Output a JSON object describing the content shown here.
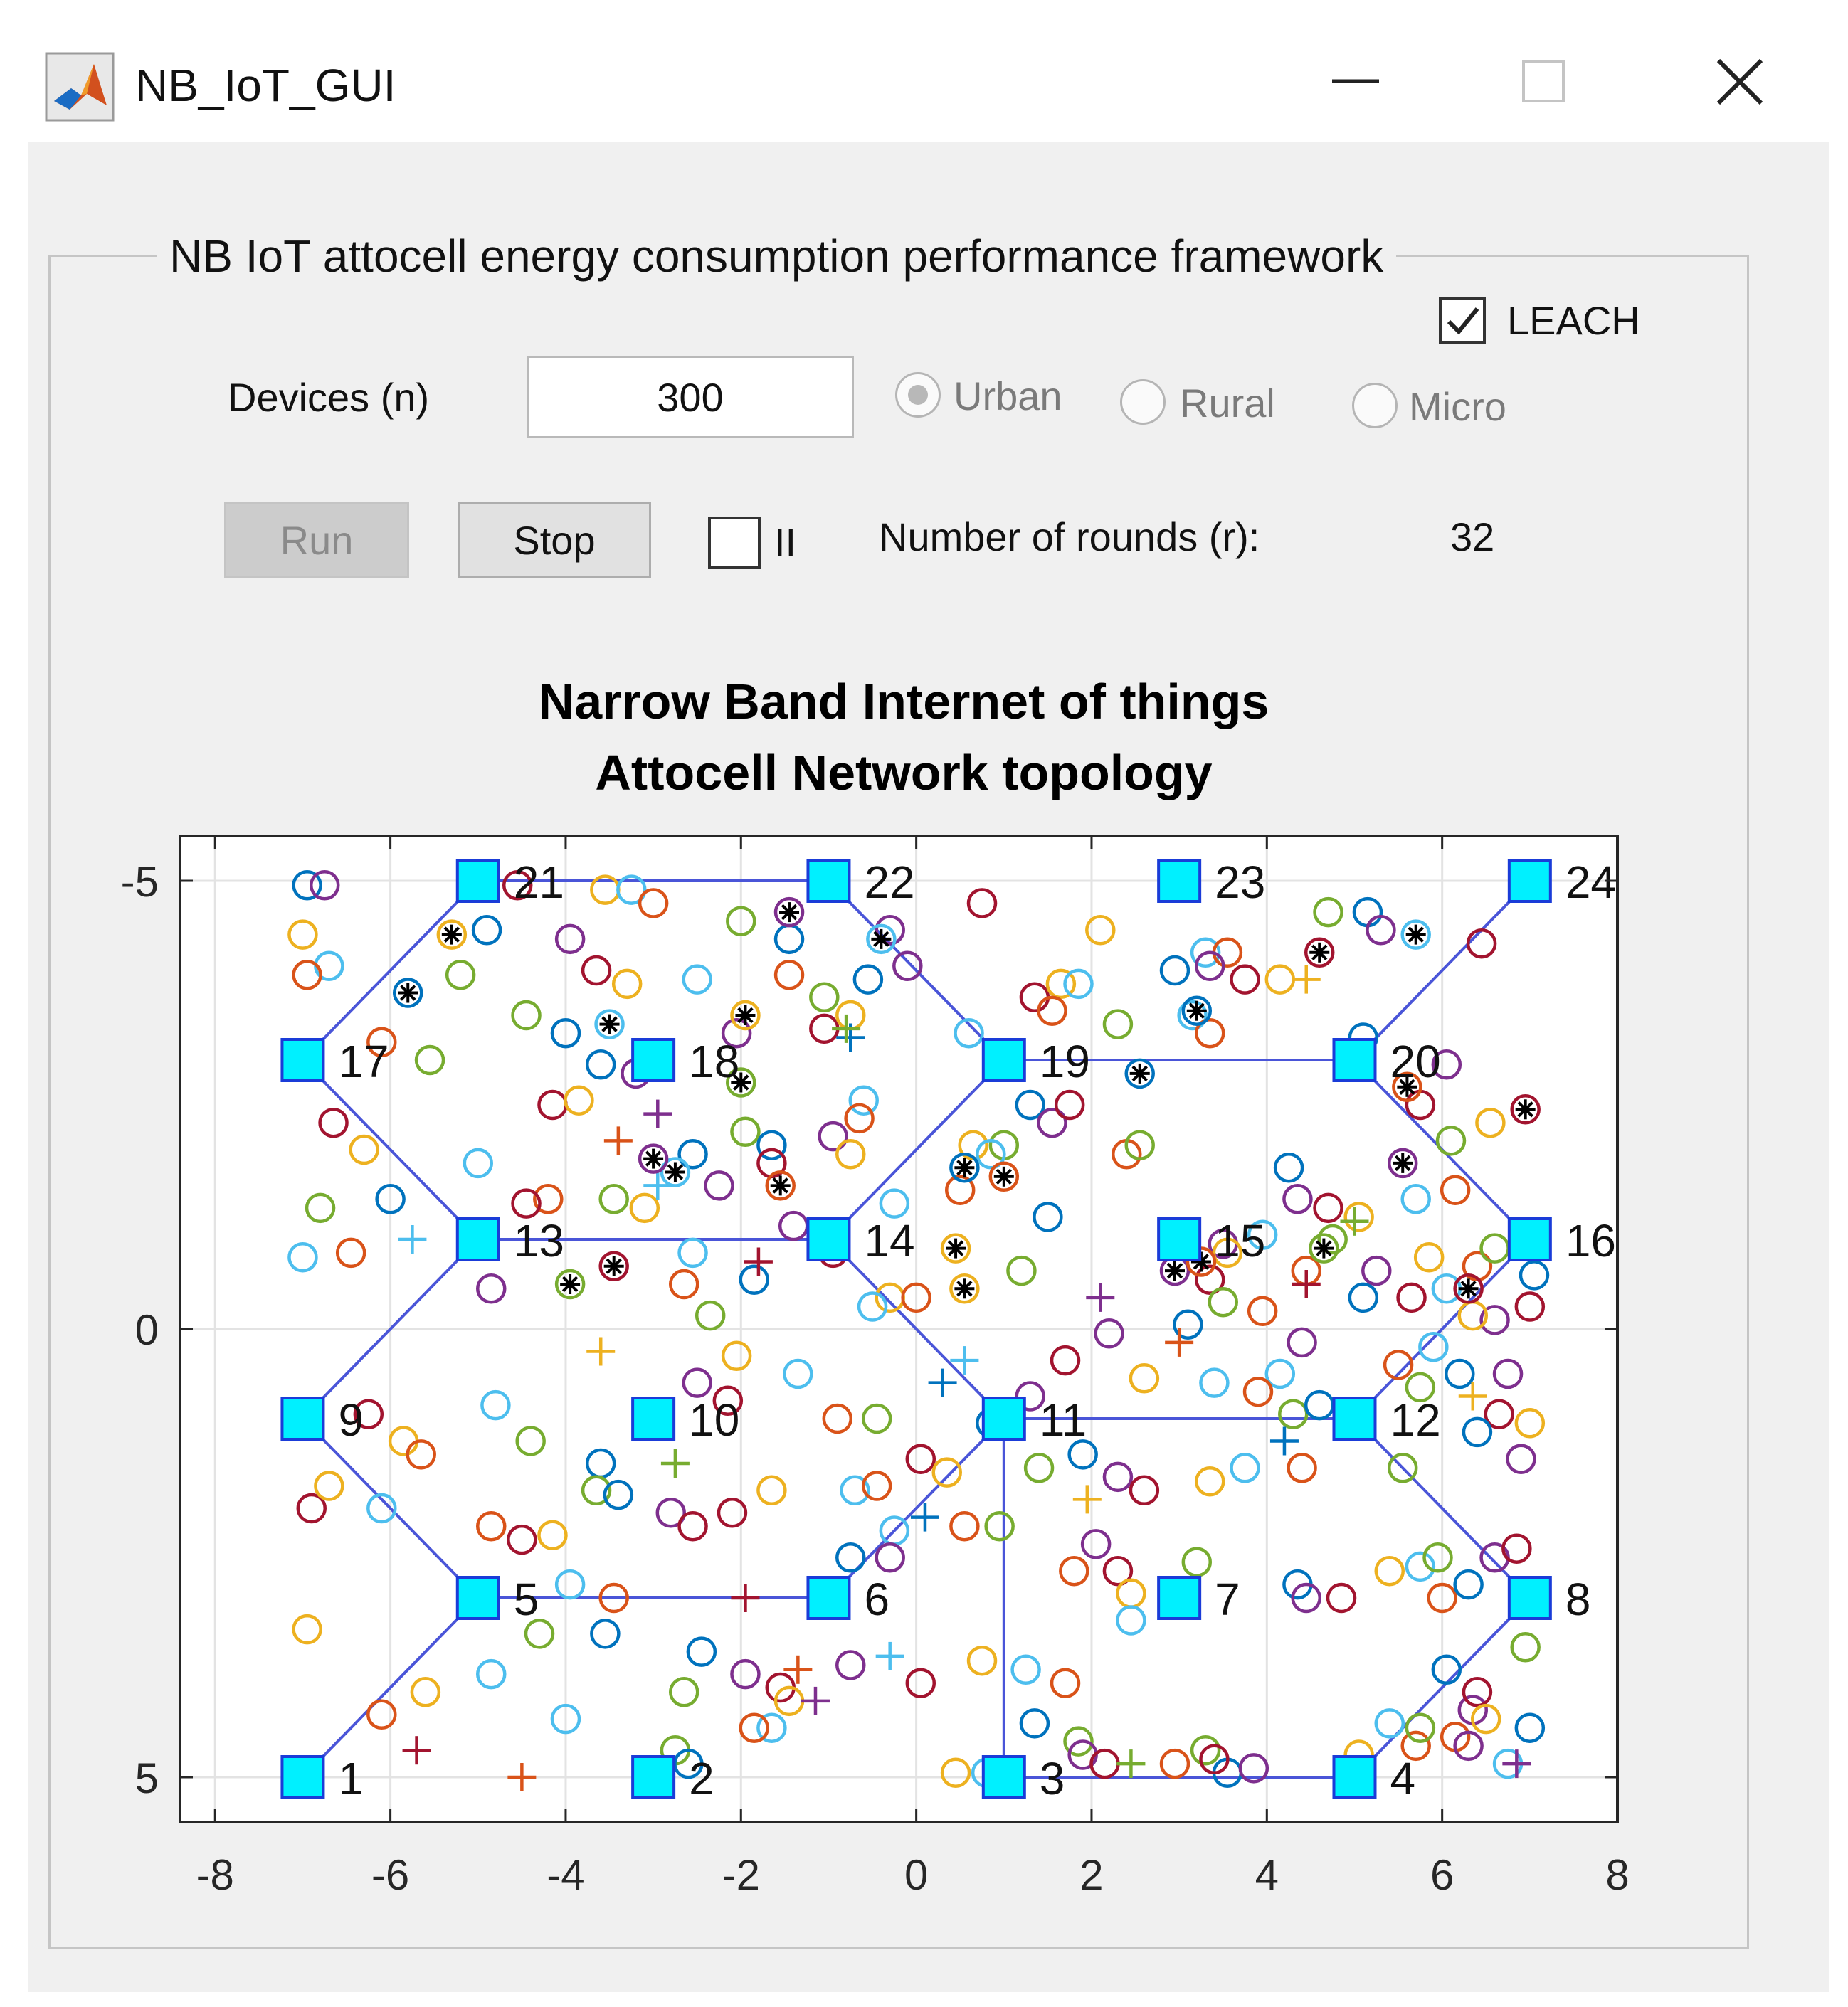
{
  "window": {
    "title": "NB_IoT_GUI",
    "controls": [
      "minimize-button",
      "maximize-button",
      "close-button"
    ]
  },
  "panel": {
    "title": "NB IoT attocell energy consumption performance framework",
    "leach": {
      "label": "LEACH",
      "checked": true
    },
    "devices": {
      "label": "Devices (n)",
      "value": "300"
    },
    "area_options": [
      {
        "label": "Urban",
        "selected": true
      },
      {
        "label": "Rural",
        "selected": false
      },
      {
        "label": "Micro",
        "selected": false
      }
    ],
    "run_label": "Run",
    "stop_label": "Stop",
    "pause": {
      "label": "II",
      "checked": false
    },
    "rounds": {
      "label": "Number of rounds (r):",
      "value": "32"
    }
  },
  "chart_data": {
    "type": "scatter",
    "title": [
      "Narrow Band Internet of things",
      "Attocell Network topology"
    ],
    "xlabel": "",
    "ylabel": "",
    "xlim": [
      -8.4,
      8.0
    ],
    "ylim": [
      -5.5,
      5.5
    ],
    "y_reversed": true,
    "grid": true,
    "x_ticks": [
      -8,
      -6,
      -4,
      -2,
      0,
      2,
      4,
      6,
      8
    ],
    "y_ticks": [
      -5,
      0,
      5
    ],
    "cell_nodes": [
      {
        "id": "1",
        "x": -7,
        "y": 5
      },
      {
        "id": "2",
        "x": -3,
        "y": 5
      },
      {
        "id": "3",
        "x": 1,
        "y": 5
      },
      {
        "id": "4",
        "x": 5,
        "y": 5
      },
      {
        "id": "5",
        "x": -5,
        "y": 3
      },
      {
        "id": "6",
        "x": -1,
        "y": 3
      },
      {
        "id": "7",
        "x": 3,
        "y": 3
      },
      {
        "id": "8",
        "x": 7,
        "y": 3
      },
      {
        "id": "9",
        "x": -7,
        "y": 1
      },
      {
        "id": "10",
        "x": -3,
        "y": 1
      },
      {
        "id": "11",
        "x": 1,
        "y": 1
      },
      {
        "id": "12",
        "x": 5,
        "y": 1
      },
      {
        "id": "13",
        "x": -5,
        "y": -1
      },
      {
        "id": "14",
        "x": -1,
        "y": -1
      },
      {
        "id": "15",
        "x": 3,
        "y": -1
      },
      {
        "id": "16",
        "x": 7,
        "y": -1
      },
      {
        "id": "17",
        "x": -7,
        "y": -3
      },
      {
        "id": "18",
        "x": -3,
        "y": -3
      },
      {
        "id": "19",
        "x": 1,
        "y": -3
      },
      {
        "id": "20",
        "x": 5,
        "y": -3
      },
      {
        "id": "21",
        "x": -5,
        "y": -5
      },
      {
        "id": "22",
        "x": -1,
        "y": -5
      },
      {
        "id": "23",
        "x": 3,
        "y": -5
      },
      {
        "id": "24",
        "x": 7,
        "y": -5
      }
    ],
    "links": [
      [
        "1",
        "5"
      ],
      [
        "5",
        "9"
      ],
      [
        "9",
        "13"
      ],
      [
        "13",
        "17"
      ],
      [
        "17",
        "21"
      ],
      [
        "21",
        "22"
      ],
      [
        "22",
        "19"
      ],
      [
        "19",
        "14"
      ],
      [
        "14",
        "13"
      ],
      [
        "5",
        "6"
      ],
      [
        "6",
        "11"
      ],
      [
        "11",
        "14"
      ],
      [
        "11",
        "3"
      ],
      [
        "3",
        "4"
      ],
      [
        "4",
        "8"
      ],
      [
        "8",
        "12"
      ],
      [
        "12",
        "11"
      ],
      [
        "12",
        "16"
      ],
      [
        "16",
        "20"
      ],
      [
        "20",
        "19"
      ],
      [
        "20",
        "24"
      ]
    ],
    "device_colors": [
      "#0072bd",
      "#d95319",
      "#edb120",
      "#7e2f8e",
      "#77ac30",
      "#4dbeee",
      "#a2142f"
    ],
    "devices": [
      [
        -6.95,
        -4.95
      ],
      [
        -6.75,
        -4.95
      ],
      [
        -4.55,
        -4.95
      ],
      [
        -3.55,
        -4.9
      ],
      [
        -3.25,
        -4.9
      ],
      [
        -3.0,
        -4.75
      ],
      [
        -2.0,
        -4.55
      ],
      [
        -1.45,
        -4.35
      ],
      [
        -0.3,
        -4.45
      ],
      [
        0.75,
        -4.75
      ],
      [
        2.1,
        -4.45
      ],
      [
        3.3,
        -4.2
      ],
      [
        3.55,
        -4.2
      ],
      [
        4.7,
        -4.65
      ],
      [
        5.15,
        -4.65
      ],
      [
        5.3,
        -4.45
      ],
      [
        6.45,
        -4.3
      ],
      [
        -7.0,
        -4.4
      ],
      [
        -6.7,
        -4.05
      ],
      [
        -6.95,
        -3.95
      ],
      [
        -5.2,
        -3.95
      ],
      [
        -4.9,
        -4.45
      ],
      [
        -3.95,
        -4.35
      ],
      [
        -3.65,
        -4.0
      ],
      [
        -3.3,
        -3.85
      ],
      [
        -2.5,
        -3.9
      ],
      [
        -1.45,
        -3.95
      ],
      [
        -1.05,
        -3.7
      ],
      [
        -0.55,
        -3.9
      ],
      [
        -0.1,
        -4.05
      ],
      [
        1.35,
        -3.7
      ],
      [
        1.65,
        -3.85
      ],
      [
        1.85,
        -3.85
      ],
      [
        1.55,
        -3.55
      ],
      [
        2.3,
        -3.4
      ],
      [
        2.95,
        -4.0
      ],
      [
        3.35,
        -4.05
      ],
      [
        3.75,
        -3.9
      ],
      [
        4.15,
        -3.9
      ],
      [
        3.15,
        -3.5
      ],
      [
        3.35,
        -3.3
      ],
      [
        -4.45,
        -3.5
      ],
      [
        -4.0,
        -3.3
      ],
      [
        -2.05,
        -3.3
      ],
      [
        -1.05,
        -3.35
      ],
      [
        -0.75,
        -3.5
      ],
      [
        0.6,
        -3.3
      ],
      [
        -6.1,
        -3.2
      ],
      [
        -5.55,
        -3.0
      ],
      [
        -3.6,
        -2.95
      ],
      [
        -3.2,
        -2.85
      ],
      [
        -4.15,
        -2.5
      ],
      [
        -3.85,
        -2.55
      ],
      [
        -0.6,
        -2.55
      ],
      [
        -0.65,
        -2.35
      ],
      [
        -1.95,
        -2.2
      ],
      [
        -1.65,
        -2.05
      ],
      [
        -0.95,
        -2.15
      ],
      [
        -6.65,
        -2.3
      ],
      [
        -6.3,
        -2.0
      ],
      [
        -5.0,
        -1.85
      ],
      [
        -4.2,
        -1.45
      ],
      [
        -3.45,
        -1.45
      ],
      [
        -2.55,
        -1.95
      ],
      [
        -2.25,
        -1.6
      ],
      [
        -1.65,
        -1.85
      ],
      [
        -0.75,
        -1.95
      ],
      [
        -0.25,
        -1.4
      ],
      [
        0.5,
        -1.55
      ],
      [
        1.0,
        -2.05
      ],
      [
        1.3,
        -2.5
      ],
      [
        1.55,
        -2.3
      ],
      [
        1.75,
        -2.5
      ],
      [
        0.65,
        -2.05
      ],
      [
        0.85,
        -1.95
      ],
      [
        2.4,
        -1.95
      ],
      [
        2.55,
        -2.05
      ],
      [
        4.25,
        -1.8
      ],
      [
        4.35,
        -1.45
      ],
      [
        4.7,
        -1.35
      ],
      [
        5.05,
        -1.25
      ],
      [
        5.7,
        -1.45
      ],
      [
        6.15,
        -1.55
      ],
      [
        6.1,
        -2.1
      ],
      [
        5.1,
        -3.25
      ],
      [
        6.05,
        -2.95
      ],
      [
        5.75,
        -2.5
      ],
      [
        6.55,
        -2.3
      ],
      [
        -7.0,
        -0.8
      ],
      [
        -6.45,
        -0.85
      ],
      [
        -6.8,
        -1.35
      ],
      [
        -6.0,
        -1.45
      ],
      [
        -4.85,
        -0.45
      ],
      [
        -4.45,
        -1.4
      ],
      [
        -3.1,
        -1.35
      ],
      [
        -2.55,
        -0.85
      ],
      [
        -2.65,
        -0.5
      ],
      [
        -2.35,
        -0.15
      ],
      [
        -1.85,
        -0.55
      ],
      [
        -1.4,
        -1.15
      ],
      [
        -0.95,
        -0.85
      ],
      [
        -0.3,
        -0.35
      ],
      [
        -0.5,
        -0.25
      ],
      [
        0.0,
        -0.35
      ],
      [
        1.2,
        -0.65
      ],
      [
        1.5,
        -1.25
      ],
      [
        3.5,
        -0.95
      ],
      [
        3.35,
        -0.55
      ],
      [
        3.55,
        -0.85
      ],
      [
        3.95,
        -1.05
      ],
      [
        4.45,
        -0.65
      ],
      [
        4.75,
        -1.0
      ],
      [
        5.1,
        -0.35
      ],
      [
        5.25,
        -0.65
      ],
      [
        5.65,
        -0.35
      ],
      [
        5.85,
        -0.8
      ],
      [
        6.05,
        -0.45
      ],
      [
        6.4,
        -0.7
      ],
      [
        6.6,
        -0.9
      ],
      [
        7.05,
        -0.6
      ],
      [
        6.6,
        -0.1
      ],
      [
        7.0,
        -0.25
      ],
      [
        6.35,
        -0.15
      ],
      [
        5.9,
        0.2
      ],
      [
        5.5,
        0.4
      ],
      [
        5.75,
        0.65
      ],
      [
        6.2,
        0.5
      ],
      [
        6.75,
        0.5
      ],
      [
        6.65,
        0.95
      ],
      [
        7.0,
        1.05
      ],
      [
        4.15,
        0.5
      ],
      [
        3.95,
        -0.2
      ],
      [
        3.5,
        -0.3
      ],
      [
        3.1,
        -0.05
      ],
      [
        2.2,
        0.05
      ],
      [
        1.7,
        0.35
      ],
      [
        2.6,
        0.55
      ],
      [
        3.4,
        0.6
      ],
      [
        3.9,
        0.7
      ],
      [
        4.3,
        0.95
      ],
      [
        4.6,
        0.85
      ],
      [
        4.4,
        0.15
      ],
      [
        -6.25,
        0.95
      ],
      [
        -5.85,
        1.25
      ],
      [
        -4.8,
        0.85
      ],
      [
        -5.65,
        1.4
      ],
      [
        -4.4,
        1.25
      ],
      [
        -3.6,
        1.5
      ],
      [
        -2.5,
        0.6
      ],
      [
        -2.15,
        0.8
      ],
      [
        -2.05,
        0.3
      ],
      [
        -1.35,
        0.5
      ],
      [
        -0.9,
        1.0
      ],
      [
        -0.45,
        1.0
      ],
      [
        0.85,
        1.05
      ],
      [
        1.3,
        0.75
      ],
      [
        0.05,
        1.45
      ],
      [
        0.35,
        1.6
      ],
      [
        -0.7,
        1.8
      ],
      [
        -0.45,
        1.75
      ],
      [
        1.4,
        1.55
      ],
      [
        1.9,
        1.4
      ],
      [
        2.3,
        1.65
      ],
      [
        2.6,
        1.8
      ],
      [
        3.35,
        1.7
      ],
      [
        3.75,
        1.55
      ],
      [
        4.4,
        1.55
      ],
      [
        5.55,
        1.55
      ],
      [
        6.4,
        1.15
      ],
      [
        6.9,
        1.45
      ],
      [
        -6.9,
        2.0
      ],
      [
        -6.7,
        1.75
      ],
      [
        -6.1,
        2.0
      ],
      [
        -4.85,
        2.2
      ],
      [
        -3.65,
        1.8
      ],
      [
        -3.4,
        1.85
      ],
      [
        -2.8,
        2.05
      ],
      [
        -2.55,
        2.2
      ],
      [
        -1.65,
        1.8
      ],
      [
        -0.25,
        2.25
      ],
      [
        0.55,
        2.2
      ],
      [
        0.95,
        2.2
      ],
      [
        -0.75,
        2.55
      ],
      [
        -0.3,
        2.55
      ],
      [
        -4.5,
        2.35
      ],
      [
        -4.15,
        2.3
      ],
      [
        -3.95,
        2.85
      ],
      [
        -3.45,
        3.0
      ],
      [
        -4.3,
        3.4
      ],
      [
        -3.55,
        3.4
      ],
      [
        2.05,
        2.4
      ],
      [
        2.3,
        2.7
      ],
      [
        2.45,
        2.95
      ],
      [
        2.45,
        3.25
      ],
      [
        1.8,
        2.7
      ],
      [
        3.2,
        2.6
      ],
      [
        4.35,
        2.85
      ],
      [
        4.45,
        3.0
      ],
      [
        4.85,
        3.0
      ],
      [
        5.4,
        2.7
      ],
      [
        5.75,
        2.65
      ],
      [
        6.0,
        3.0
      ],
      [
        5.95,
        2.55
      ],
      [
        6.3,
        2.85
      ],
      [
        6.6,
        2.55
      ],
      [
        6.85,
        2.45
      ],
      [
        -6.95,
        3.35
      ],
      [
        -4.85,
        3.85
      ],
      [
        -6.1,
        4.3
      ],
      [
        -2.65,
        4.05
      ],
      [
        -2.45,
        3.6
      ],
      [
        -1.95,
        3.85
      ],
      [
        -1.55,
        4.0
      ],
      [
        -1.45,
        4.15
      ],
      [
        -1.65,
        4.45
      ],
      [
        -1.85,
        4.45
      ],
      [
        -2.75,
        4.7
      ],
      [
        -2.6,
        4.85
      ],
      [
        -0.75,
        3.75
      ],
      [
        0.05,
        3.95
      ],
      [
        0.75,
        3.7
      ],
      [
        1.25,
        3.8
      ],
      [
        1.7,
        3.95
      ],
      [
        1.85,
        4.6
      ],
      [
        1.35,
        4.4
      ],
      [
        1.9,
        4.75
      ],
      [
        2.15,
        4.85
      ],
      [
        0.45,
        4.95
      ],
      [
        0.8,
        4.95
      ],
      [
        2.95,
        4.85
      ],
      [
        3.3,
        4.7
      ],
      [
        3.55,
        4.95
      ],
      [
        3.85,
        4.9
      ],
      [
        3.4,
        4.8
      ],
      [
        5.05,
        4.75
      ],
      [
        5.4,
        4.4
      ],
      [
        5.7,
        4.65
      ],
      [
        5.75,
        4.45
      ],
      [
        6.05,
        3.8
      ],
      [
        6.35,
        4.25
      ],
      [
        6.4,
        4.05
      ],
      [
        6.5,
        4.35
      ],
      [
        6.75,
        4.85
      ],
      [
        6.15,
        4.55
      ],
      [
        6.95,
        3.55
      ],
      [
        7.0,
        4.45
      ],
      [
        6.3,
        4.65
      ],
      [
        -2.1,
        2.05
      ],
      [
        -5.6,
        4.05
      ],
      [
        -4.0,
        4.35
      ]
    ],
    "heads": [
      [
        -5.3,
        -4.4
      ],
      [
        -5.8,
        -3.75
      ],
      [
        -3.5,
        -3.4
      ],
      [
        -1.45,
        -4.65
      ],
      [
        -1.55,
        -1.6
      ],
      [
        -3.45,
        -0.7
      ],
      [
        -3.95,
        -0.5
      ],
      [
        0.55,
        -0.45
      ],
      [
        2.55,
        -2.85
      ],
      [
        5.7,
        -4.4
      ],
      [
        2.95,
        -0.65
      ],
      [
        3.25,
        -0.75
      ],
      [
        6.3,
        -0.45
      ],
      [
        4.65,
        -0.9
      ],
      [
        0.45,
        -0.9
      ],
      [
        0.55,
        -1.8
      ],
      [
        -2.75,
        -1.75
      ],
      [
        5.55,
        -1.85
      ],
      [
        5.6,
        -2.7
      ],
      [
        6.95,
        -2.45
      ],
      [
        -2.0,
        -2.75
      ],
      [
        -1.95,
        -3.5
      ],
      [
        3.2,
        -3.55
      ],
      [
        -0.4,
        -4.35
      ],
      [
        -3.0,
        -1.9
      ],
      [
        1.0,
        -1.7
      ],
      [
        4.6,
        -4.2
      ]
    ],
    "crosses": [
      [
        -3.4,
        -2.1
      ],
      [
        -2.95,
        -2.4
      ],
      [
        -2.95,
        -1.6
      ],
      [
        -0.75,
        -3.25
      ],
      [
        4.45,
        -3.9
      ],
      [
        5.0,
        -1.2
      ],
      [
        4.45,
        -0.5
      ],
      [
        3.0,
        0.15
      ],
      [
        2.1,
        -0.35
      ],
      [
        0.55,
        0.35
      ],
      [
        0.3,
        0.6
      ],
      [
        -3.6,
        0.25
      ],
      [
        -2.75,
        1.5
      ],
      [
        -1.95,
        3.0
      ],
      [
        -1.35,
        3.8
      ],
      [
        -1.15,
        4.15
      ],
      [
        -0.3,
        3.65
      ],
      [
        0.1,
        2.1
      ],
      [
        1.95,
        1.9
      ],
      [
        2.45,
        4.85
      ],
      [
        -5.7,
        4.7
      ],
      [
        -4.5,
        5.0
      ],
      [
        6.85,
        4.85
      ],
      [
        -5.75,
        -1.0
      ],
      [
        4.2,
        1.25
      ],
      [
        6.35,
        0.75
      ],
      [
        -0.8,
        -3.35
      ],
      [
        -1.8,
        -0.75
      ]
    ]
  }
}
